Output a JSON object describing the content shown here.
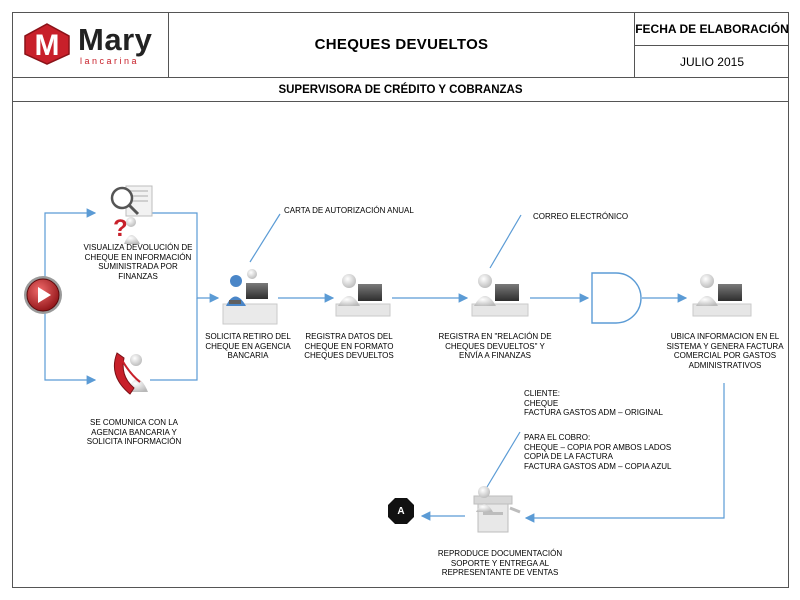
{
  "header": {
    "logo_text": "Mary",
    "logo_letter": "M",
    "logo_sub": "lancarina",
    "title": "CHEQUES  DEVUELTOS",
    "date_label": "FECHA DE ELABORACIÓN",
    "date_value": "JULIO 2015"
  },
  "role": "SUPERVISORA DE CRÉDITO Y COBRANZAS",
  "steps": {
    "visualiza": "VISUALIZA DEVOLUCIÓN DE CHEQUE EN INFORMACIÓN SUMINISTRADA POR FINANZAS",
    "comunica": "SE COMUNICA CON LA AGENCIA BANCARIA Y SOLICITA INFORMACIÓN",
    "retiro": "SOLICITA RETIRO DEL CHEQUE EN AGENCIA BANCARIA",
    "registra_datos": "REGISTRA DATOS DEL CHEQUE EN FORMATO CHEQUES DEVUELTOS",
    "registra_relacion": "REGISTRA EN \"RELACIÓN DE CHEQUES DEVUELTOS\" Y ENVÍA A FINANZAS",
    "ubica": "UBICA INFORMACION EN EL SISTEMA Y GENERA FACTURA COMERCIAL POR GASTOS ADMINISTRATIVOS",
    "reproduce": "REPRODUCE DOCUMENTACIÓN SOPORTE Y ENTREGA AL REPRESENTANTE DE VENTAS"
  },
  "annotations": {
    "carta": "CARTA DE AUTORIZACIÓN ANUAL",
    "correo": "CORREO ELECTRÓNICO",
    "cliente": [
      "CLIENTE:",
      "CHEQUE",
      "FACTURA GASTOS ADM – ORIGINAL"
    ],
    "cobro": [
      "PARA EL COBRO:",
      "CHEQUE – COPIA POR AMBOS LADOS",
      "COPIA DE LA FACTURA",
      "FACTURA GASTOS ADM – COPIA AZUL"
    ]
  },
  "connector_label": "A",
  "colors": {
    "brand_red": "#c8202a",
    "flow_line": "#5b9bd5",
    "start_red": "#c0282e"
  },
  "icons": {
    "start": "play-start-icon",
    "question": "question-figure-icon",
    "phone": "phone-figure-icon",
    "desk_person": "person-at-computer-icon",
    "walker": "person-walking-icon",
    "copier": "person-copier-icon",
    "gate": "and-gate-icon",
    "connector": "octagon-connector-icon"
  }
}
